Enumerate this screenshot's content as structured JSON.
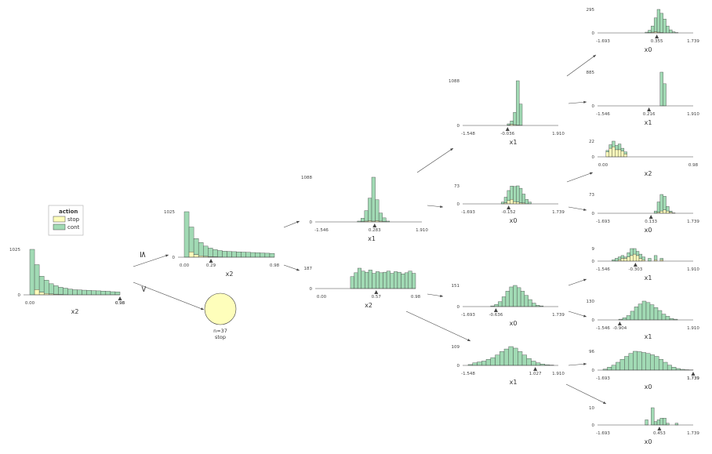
{
  "legend": {
    "title": "action",
    "items": [
      {
        "label": "stop",
        "color": "#fefebb"
      },
      {
        "label": "cont",
        "color": "#a1dab4"
      }
    ]
  },
  "colors": {
    "stop": "#fefebb",
    "cont": "#a1dab4",
    "edge": "#444444",
    "stroke": "#444444"
  },
  "edge_labels": {
    "le": "≤",
    "gt": ">"
  },
  "leaf": {
    "n_label": "n=37",
    "class_label": "stop"
  },
  "nodes": [
    {
      "id": "root",
      "feature": "x2",
      "xmin": "0.00",
      "xmax": "0.98",
      "split": "0.98",
      "ymax": "1025",
      "cont": [
        1025,
        560,
        360,
        300,
        230,
        190,
        160,
        145,
        130,
        115,
        110,
        105,
        100,
        95,
        90,
        85,
        80,
        70,
        65
      ],
      "stop": [
        0,
        120,
        60,
        30,
        20,
        15,
        10,
        5,
        0,
        0,
        0,
        0,
        0,
        0,
        0,
        0,
        0,
        0,
        0
      ]
    },
    {
      "id": "n1",
      "feature": "x2",
      "xmin": "0.00",
      "xmax": "0.98",
      "split": "0.29",
      "ymax": "1025",
      "cont": [
        1025,
        560,
        360,
        300,
        230,
        190,
        160,
        145,
        135,
        130,
        125,
        120,
        115,
        110,
        105,
        100,
        95,
        90,
        85
      ],
      "stop": [
        0,
        120,
        60,
        30,
        20,
        15,
        10,
        5,
        0,
        0,
        0,
        0,
        0,
        0,
        0,
        0,
        0,
        0,
        0
      ]
    },
    {
      "id": "n2",
      "feature": "x1",
      "xmin": "-1.546",
      "xmax": "1.910",
      "split": "0.283",
      "ymax": "1088",
      "cont": [
        0,
        0,
        0,
        0,
        0,
        0,
        0,
        0,
        0,
        0,
        20,
        80,
        260,
        560,
        1088,
        520,
        200,
        90,
        20,
        0,
        0,
        0,
        0,
        0,
        0,
        0,
        0,
        0
      ],
      "stop": [
        0,
        0,
        0,
        0,
        0,
        0,
        0,
        0,
        0,
        0,
        0,
        10,
        20,
        30,
        20,
        30,
        20,
        10,
        0,
        0,
        0,
        0,
        0,
        0,
        0,
        0,
        0,
        0
      ]
    },
    {
      "id": "n3",
      "feature": "x2",
      "xmin": "0.00",
      "xmax": "0.98",
      "split": "0.57",
      "ymax": "187",
      "cont": [
        0,
        0,
        0,
        0,
        0,
        0,
        0,
        0,
        110,
        145,
        187,
        160,
        150,
        170,
        140,
        155,
        145,
        150,
        160,
        140,
        155,
        150,
        135,
        145,
        160,
        140
      ],
      "stop": [
        0,
        0,
        0,
        0,
        0,
        0,
        0,
        0,
        0,
        0,
        0,
        0,
        0,
        0,
        0,
        0,
        0,
        0,
        0,
        0,
        0,
        0,
        0,
        0,
        0,
        0
      ]
    },
    {
      "id": "n4",
      "feature": "x1",
      "xmin": "-1.548",
      "xmax": "1.910",
      "split": "-0.036",
      "ymax": "1088",
      "cont": [
        0,
        0,
        0,
        0,
        0,
        0,
        0,
        0,
        0,
        0,
        0,
        0,
        0,
        30,
        80,
        300,
        1088,
        520,
        0,
        0,
        0,
        0,
        0,
        0,
        0,
        0,
        0,
        0,
        0,
        0
      ],
      "stop": [
        0,
        0,
        0,
        0,
        0,
        0,
        0,
        0,
        0,
        0,
        0,
        0,
        0,
        10,
        30,
        20,
        10,
        5,
        0,
        0,
        0,
        0,
        0,
        0,
        0,
        0,
        0,
        0,
        0,
        0
      ]
    },
    {
      "id": "n5",
      "feature": "x0",
      "xmin": "-1.693",
      "xmax": "1.739",
      "split": "-0.152",
      "ymax": "73",
      "cont": [
        0,
        0,
        0,
        0,
        0,
        0,
        0,
        0,
        0,
        0,
        0,
        8,
        25,
        45,
        60,
        68,
        73,
        65,
        40,
        20,
        8,
        0,
        0,
        0,
        0,
        0,
        0,
        0,
        0,
        0
      ],
      "stop": [
        0,
        0,
        0,
        0,
        0,
        0,
        0,
        0,
        0,
        0,
        0,
        0,
        5,
        15,
        20,
        10,
        8,
        5,
        4,
        0,
        0,
        0,
        0,
        0,
        0,
        0,
        0,
        0,
        0,
        0
      ]
    },
    {
      "id": "n6",
      "feature": "x0",
      "xmin": "-1.693",
      "xmax": "1.739",
      "split": "-0.636",
      "ymax": "151",
      "cont": [
        0,
        0,
        0,
        0,
        0,
        0,
        5,
        15,
        35,
        70,
        110,
        140,
        151,
        135,
        110,
        80,
        50,
        25,
        10,
        5,
        0,
        0,
        0,
        0
      ],
      "stop": [
        0,
        0,
        0,
        0,
        0,
        0,
        0,
        0,
        0,
        0,
        0,
        0,
        0,
        0,
        0,
        0,
        0,
        0,
        0,
        0,
        0,
        0,
        0,
        0
      ]
    },
    {
      "id": "n7",
      "feature": "x1",
      "xmin": "-1.548",
      "xmax": "1.910",
      "split": "1.027",
      "ymax": "109",
      "cont": [
        5,
        15,
        20,
        25,
        35,
        45,
        60,
        80,
        95,
        109,
        100,
        80,
        60,
        40,
        25,
        15,
        8,
        4,
        2,
        0
      ],
      "stop": [
        0,
        0,
        0,
        0,
        0,
        0,
        0,
        0,
        0,
        0,
        0,
        0,
        0,
        0,
        0,
        0,
        0,
        0,
        0,
        0
      ]
    },
    {
      "id": "l1",
      "feature": "x0",
      "xmin": "-1.693",
      "xmax": "1.739",
      "split": "0.355",
      "ymax": "295",
      "cont": [
        0,
        0,
        0,
        0,
        0,
        0,
        0,
        0,
        0,
        0,
        0,
        0,
        0,
        0,
        10,
        30,
        80,
        180,
        295,
        250,
        180,
        90,
        40,
        15,
        5,
        0,
        0,
        0,
        0,
        0
      ],
      "stop": [
        0,
        0,
        0,
        0,
        0,
        0,
        0,
        0,
        0,
        0,
        0,
        0,
        0,
        0,
        0,
        5,
        10,
        15,
        10,
        5,
        0,
        0,
        0,
        0,
        0,
        0,
        0,
        0,
        0,
        0
      ]
    },
    {
      "id": "l2",
      "feature": "x1",
      "xmin": "-1.546",
      "xmax": "1.910",
      "split": "0.216",
      "ymax": "885",
      "cont": [
        0,
        0,
        0,
        0,
        0,
        0,
        0,
        0,
        0,
        0,
        0,
        0,
        0,
        0,
        0,
        0,
        0,
        0,
        0,
        885,
        580,
        0,
        0,
        0,
        0,
        0,
        0,
        0,
        0,
        0
      ],
      "stop": [
        0,
        0,
        0,
        0,
        0,
        0,
        0,
        0,
        0,
        0,
        0,
        0,
        0,
        0,
        0,
        0,
        0,
        0,
        0,
        0,
        0,
        0,
        0,
        0,
        0,
        0,
        0,
        0,
        0,
        0
      ]
    },
    {
      "id": "l3",
      "feature": "x2",
      "xmin": "0.00",
      "xmax": "0.98",
      "split": "",
      "ymax": "22",
      "cont": [
        0,
        2,
        5,
        8,
        6,
        8,
        4,
        3,
        0,
        0,
        0,
        0,
        0,
        0,
        0,
        0,
        0,
        0,
        0,
        0,
        0,
        0,
        0,
        0,
        0,
        0,
        0,
        0,
        0,
        0
      ],
      "stop": [
        0,
        7,
        12,
        14,
        10,
        10,
        8,
        4,
        0,
        0,
        0,
        0,
        0,
        0,
        0,
        0,
        0,
        0,
        0,
        0,
        0,
        0,
        0,
        0,
        0,
        0,
        0,
        0,
        0,
        0
      ]
    },
    {
      "id": "l4",
      "feature": "x0",
      "xmin": "-1.693",
      "xmax": "1.739",
      "split": "0.133",
      "ymax": "73",
      "cont": [
        0,
        0,
        0,
        0,
        0,
        0,
        0,
        0,
        0,
        0,
        0,
        0,
        0,
        0,
        0,
        0,
        0,
        10,
        45,
        73,
        60,
        20,
        5,
        0,
        0,
        0,
        0,
        0,
        0,
        0
      ],
      "stop": [
        0,
        0,
        0,
        0,
        0,
        0,
        0,
        0,
        0,
        0,
        0,
        0,
        0,
        0,
        0,
        0,
        0,
        0,
        5,
        10,
        15,
        10,
        5,
        2,
        0,
        0,
        0,
        0,
        0,
        0
      ]
    },
    {
      "id": "l5",
      "feature": "x1",
      "xmin": "-1.546",
      "xmax": "1.910",
      "split": "-0.303",
      "ymax": "9",
      "cont": [
        0,
        0,
        0,
        1,
        2,
        2,
        2,
        1,
        3,
        5,
        4,
        3,
        3,
        2,
        0,
        2,
        0,
        3,
        0,
        1,
        0,
        0,
        0,
        0,
        0,
        0,
        0,
        0,
        0,
        0
      ],
      "stop": [
        0,
        0,
        0,
        0,
        0,
        1,
        2,
        2,
        3,
        4,
        5,
        4,
        2,
        1,
        0,
        0,
        0,
        1,
        0,
        1,
        0,
        0,
        0,
        0,
        0,
        0,
        0,
        0,
        0,
        0
      ]
    },
    {
      "id": "l6",
      "feature": "x1",
      "xmin": "-1.546",
      "xmax": "1.910",
      "split": "-0.904",
      "ymax": "130",
      "cont": [
        0,
        0,
        0,
        0,
        5,
        15,
        30,
        60,
        90,
        110,
        130,
        120,
        105,
        85,
        65,
        40,
        25,
        10,
        5,
        0,
        0,
        0,
        0
      ],
      "stop": [
        0,
        0,
        0,
        0,
        0,
        0,
        0,
        0,
        0,
        0,
        0,
        0,
        0,
        0,
        0,
        0,
        0,
        0,
        0,
        0,
        0,
        0,
        0
      ]
    },
    {
      "id": "l7",
      "feature": "x0",
      "xmin": "-1.693",
      "xmax": "1.739",
      "split": "1.739",
      "ymax": "96",
      "cont": [
        5,
        15,
        25,
        40,
        55,
        70,
        85,
        96,
        94,
        90,
        85,
        78,
        70,
        55,
        40,
        25,
        15,
        8,
        4,
        2,
        1
      ],
      "stop": [
        0,
        0,
        0,
        0,
        0,
        0,
        0,
        0,
        0,
        0,
        0,
        0,
        0,
        0,
        0,
        0,
        0,
        0,
        0,
        0,
        0
      ]
    },
    {
      "id": "l8",
      "feature": "x0",
      "xmin": "-1.693",
      "xmax": "1.739",
      "split": "0.453",
      "ymax": "10",
      "cont": [
        0,
        0,
        0,
        0,
        0,
        0,
        0,
        0,
        0,
        0,
        0,
        0,
        0,
        0,
        3,
        0,
        10,
        2,
        3,
        4,
        4,
        1,
        0,
        0,
        1,
        0,
        0,
        0,
        0,
        0
      ],
      "stop": [
        0,
        0,
        0,
        0,
        0,
        0,
        0,
        0,
        0,
        0,
        0,
        0,
        0,
        0,
        0,
        0,
        0,
        0,
        0,
        0,
        0,
        0,
        0,
        0,
        0,
        0,
        0,
        0,
        0,
        0
      ]
    }
  ]
}
